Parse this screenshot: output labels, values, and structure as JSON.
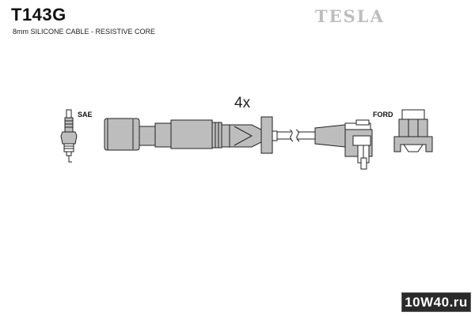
{
  "header": {
    "part_code": "T143G",
    "subtitle": "8mm SILICONE CABLE - RESISTIVE CORE",
    "brand": "TESLA"
  },
  "diagram": {
    "quantity_label": "4x",
    "left_connector_label": "SAE",
    "right_connector_label": "FORD"
  },
  "watermark": {
    "text": "10W40.ru"
  },
  "colors": {
    "boot_fill": "#bdbdbd",
    "outline": "#222222",
    "brand_grey": "#bdbdbd"
  }
}
